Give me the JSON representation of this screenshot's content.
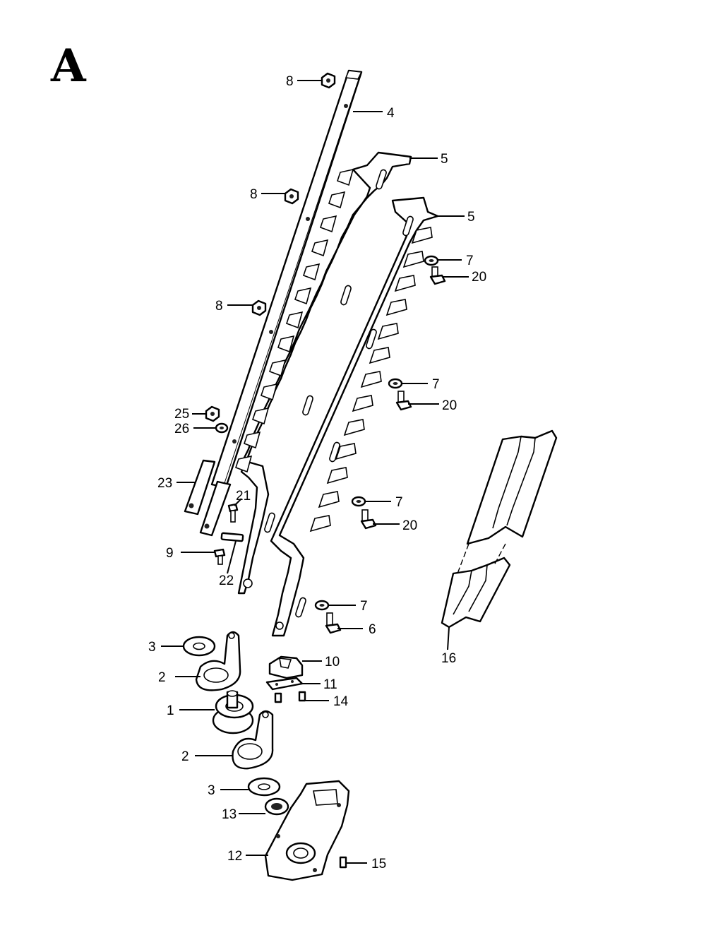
{
  "section_letter": "A",
  "callouts": {
    "c8a": "8",
    "c4": "4",
    "c5a": "5",
    "c8b": "8",
    "c5b": "5",
    "c7a": "7",
    "c20a": "20",
    "c8c": "8",
    "c7b": "7",
    "c20b": "20",
    "c25": "25",
    "c26": "26",
    "c23": "23",
    "c21": "21",
    "c7c": "7",
    "c20c": "20",
    "c9": "9",
    "c22": "22",
    "c7d": "7",
    "c6": "6",
    "c3a": "3",
    "c10": "10",
    "c2a": "2",
    "c11": "11",
    "c14": "14",
    "c1": "1",
    "c2b": "2",
    "c3b": "3",
    "c13": "13",
    "c12": "12",
    "c15": "15",
    "c16": "16"
  }
}
